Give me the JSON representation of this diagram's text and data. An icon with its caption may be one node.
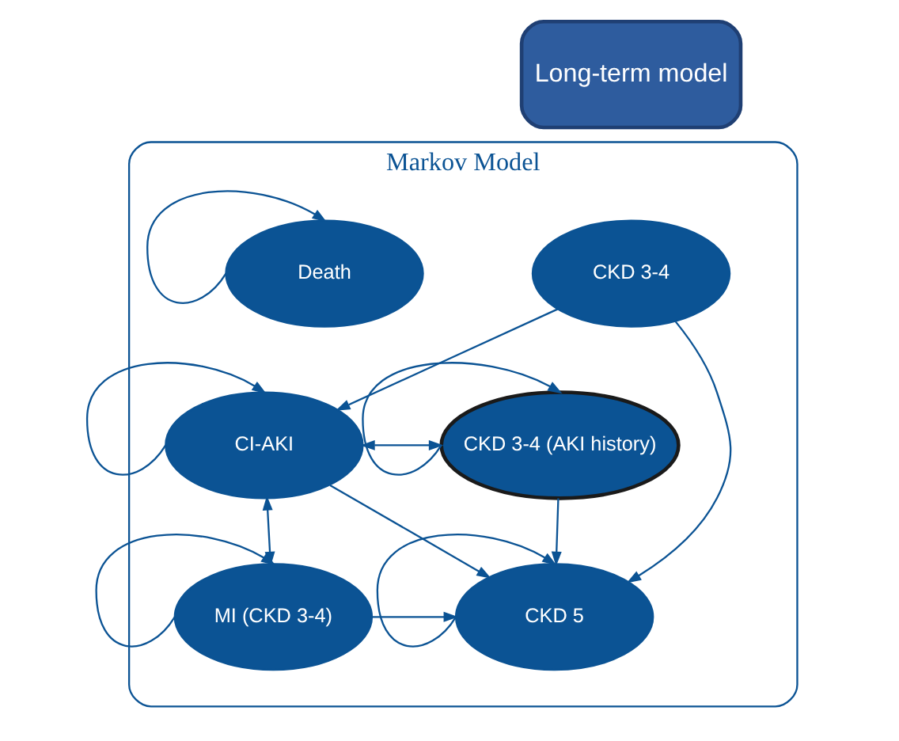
{
  "diagram": {
    "nodes": [
      {
        "text": [
          "Long-term model"
        ]
      },
      {
        "text": [
          "Markov Model"
        ]
      },
      {
        "text": [
          "CKD 3-4"
        ],
        "in": 1
      },
      {
        "text": [
          "CI-AKI"
        ],
        "in": 1
      },
      {
        "text": [
          "CKD 3-4 (AKI history)"
        ],
        "in": 1
      },
      {
        "text": [
          "CKD 5"
        ],
        "in": 1
      },
      {
        "text": [
          "MI (CKD 3-4)"
        ],
        "in": 1
      },
      {
        "text": [
          "Death"
        ],
        "in": 1
      }
    ],
    "edges": [
      {
        "from": 2,
        "to": 3,
        "arrow": "to"
      },
      {
        "from": 2,
        "to": 5,
        "arrow": "to"
      },
      {
        "from": 3,
        "to": 3,
        "arrow": "to"
      },
      {
        "from": 3,
        "to": 4,
        "arrow": "both"
      },
      {
        "from": 4,
        "to": 4,
        "arrow": "to"
      },
      {
        "from": 3,
        "to": 5,
        "arrow": "to"
      },
      {
        "from": 4,
        "to": 5,
        "arrow": "to"
      },
      {
        "from": 3,
        "to": 6,
        "arrow": "both"
      },
      {
        "from": 5,
        "to": 5,
        "arrow": "to"
      },
      {
        "from": 6,
        "to": 6,
        "arrow": "to"
      },
      {
        "from": 6,
        "to": 5,
        "arrow": "to"
      },
      {
        "from": 7,
        "to": 7,
        "arrow": "to"
      }
    ]
  }
}
